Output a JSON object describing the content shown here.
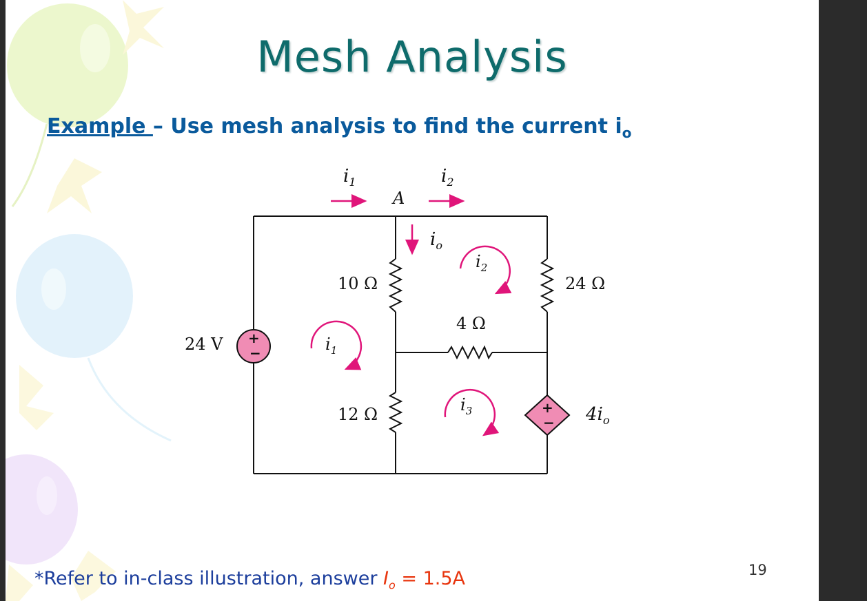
{
  "slide": {
    "title": "Mesh Analysis",
    "heading_example": "Example ",
    "heading_rest": "– Use mesh analysis to find the current i",
    "heading_sub": "o",
    "footnote_prefix": "*Refer to in-class illustration, answer ",
    "footnote_answer_var": "I",
    "footnote_answer_sub": "o",
    "footnote_answer_value": " = 1.5A",
    "page_number": "19"
  },
  "circuit": {
    "source_label": "24 V",
    "r1_label": "10 Ω",
    "r2_label": "24 Ω",
    "r3_label": "4 Ω",
    "r4_label": "12 Ω",
    "dep_source_label": "4i",
    "dep_source_sub": "o",
    "node_label": "A",
    "current_i1": "i",
    "current_i1_sub": "1",
    "current_i2": "i",
    "current_i2_sub": "2",
    "current_io": "i",
    "current_io_sub": "o",
    "mesh1_label": "i",
    "mesh1_sub": "1",
    "mesh2_label": "i",
    "mesh2_sub": "2",
    "mesh3_label": "i",
    "mesh3_sub": "3",
    "plus": "+",
    "minus": "−"
  },
  "colors": {
    "title": "#0e6b6b",
    "heading": "#0a5a9c",
    "arrow": "#e0157a",
    "source_fill": "#f08cb4",
    "answer": "#e8350e"
  }
}
